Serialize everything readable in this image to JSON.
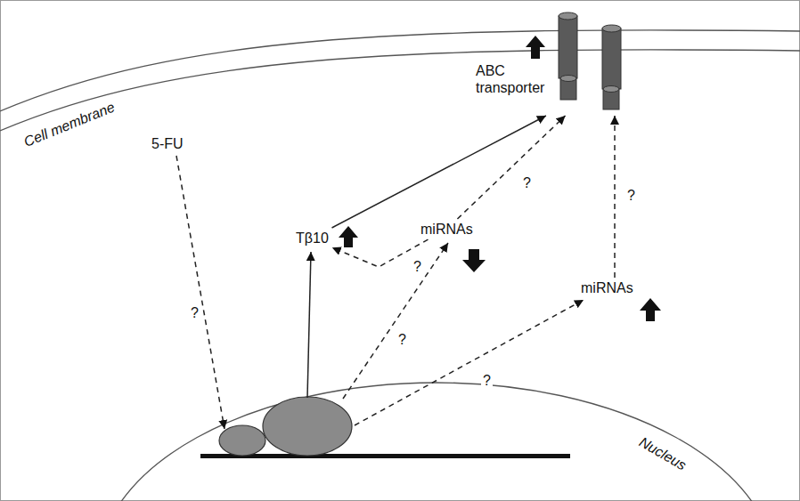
{
  "diagram": {
    "nodes": [
      {
        "text": [
          "ABC transporter"
        ]
      },
      {
        "text": [
          "5-FU"
        ]
      },
      {
        "text": [
          "Tβ10"
        ]
      },
      {
        "text": [
          "miRNAs"
        ]
      },
      {
        "text": [
          "miRNAs"
        ]
      }
    ],
    "edges": [
      {
        "from": 2,
        "to": 0,
        "arrow": "to"
      },
      {
        "from": 3,
        "to": 2,
        "arrow": "to",
        "label": "?"
      },
      {
        "from": 3,
        "to": 0,
        "arrow": "to",
        "label": "?"
      },
      {
        "from": 4,
        "to": 0,
        "arrow": "to",
        "label": "?"
      }
    ],
    "labels": [
      "Cell membrane",
      "?",
      "?",
      "?",
      "Nucleus"
    ]
  }
}
